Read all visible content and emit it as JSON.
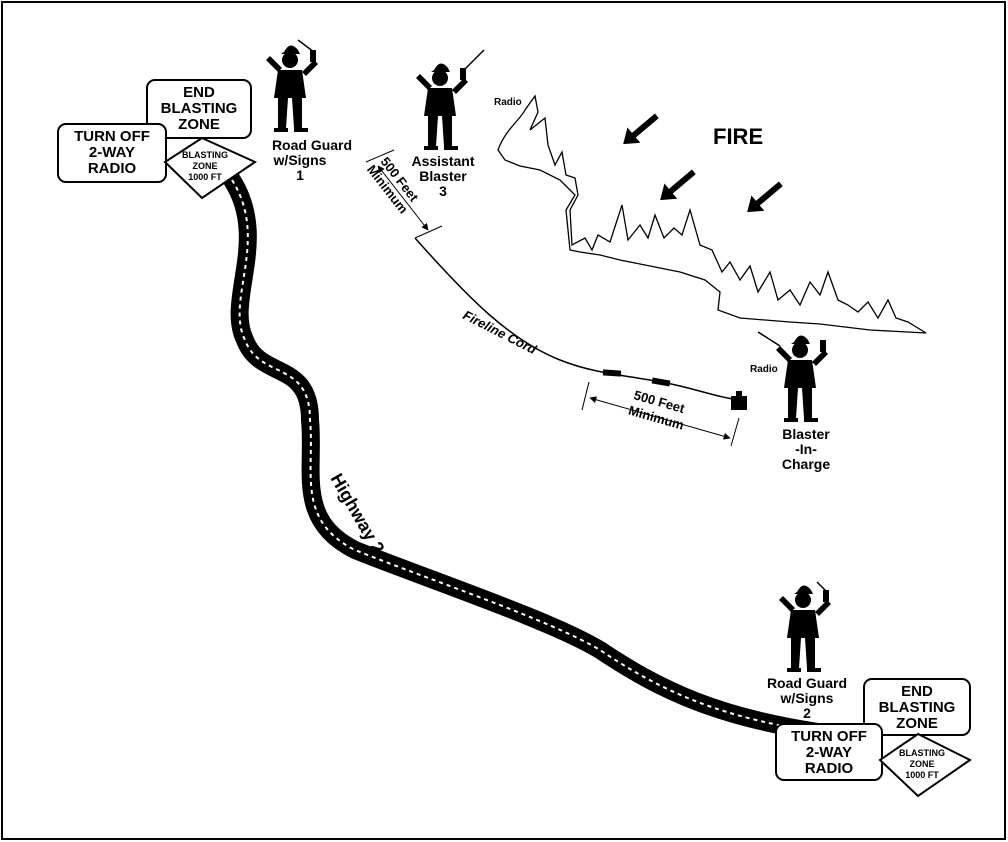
{
  "fire_label": "FIRE",
  "highway_label": "Highway 2",
  "fireline_cord_label": "Fireline Cord",
  "radio_label": "Radio",
  "signs": {
    "end_blasting": [
      "END",
      "BLASTING",
      "ZONE"
    ],
    "turn_off_radio": [
      "TURN OFF",
      "2-WAY",
      "RADIO"
    ],
    "blasting_zone": [
      "BLASTING",
      "ZONE",
      "1000 FT"
    ]
  },
  "road_guard_1": [
    "Road Guard",
    "w/Signs",
    "1"
  ],
  "road_guard_2": [
    "Road Guard",
    "w/Signs",
    "2"
  ],
  "assistant_blaster": [
    "Assistant",
    "Blaster",
    "3"
  ],
  "blaster_in_charge": [
    "Blaster",
    "-In-",
    "Charge"
  ],
  "distance_1": [
    "500 Feet",
    "Minimum"
  ],
  "distance_2": [
    "500 Feet",
    "Minimum"
  ]
}
